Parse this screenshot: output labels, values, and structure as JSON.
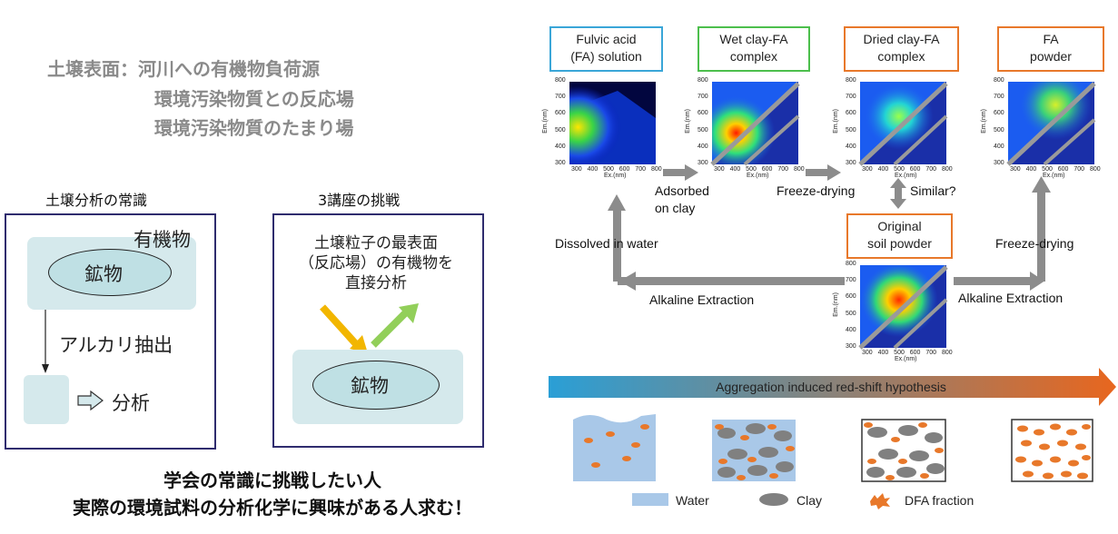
{
  "left": {
    "soil_surface": {
      "heading": "土壌表面：河川への有機物負荷源",
      "line2": "環境汚染物質との反応場",
      "line3": "環境汚染物質のたまり場"
    },
    "common_panel": {
      "title": "土壌分析の常識",
      "organic_label": "有機物",
      "mineral_label": "鉱物",
      "extraction_label": "アルカリ抽出",
      "analysis_label": "分析"
    },
    "challenge_panel": {
      "title": "3講座の挑戦",
      "description_line1": "土壌粒子の最表面",
      "description_line2": "（反応場）の有機物を",
      "description_line3": "直接分析",
      "mineral_label": "鉱物"
    },
    "slogan_line1": "学会の常識に挑戦したい人",
    "slogan_line2": "実際の環境試料の分析化学に興味がある人求む！"
  },
  "right": {
    "boxes": {
      "fulvic": {
        "line1": "Fulvic acid",
        "line2": "(FA) solution",
        "color": "#3aa6d8"
      },
      "wet": {
        "line1": "Wet clay-FA",
        "line2": "complex",
        "color": "#4cbf4c"
      },
      "dried": {
        "line1": "Dried clay-FA",
        "line2": "complex",
        "color": "#e8782a"
      },
      "fa_powder": {
        "line1": "FA",
        "line2": "powder",
        "color": "#e8782a"
      },
      "original": {
        "line1": "Original",
        "line2": "soil powder",
        "color": "#e8782a"
      }
    },
    "axis": {
      "ylabel": "Em.(nm)",
      "xlabel": "Ex.(nm)",
      "yticks": [
        "800",
        "700",
        "600",
        "500",
        "400",
        "300"
      ],
      "xticks": [
        "300",
        "400",
        "500",
        "600",
        "700",
        "800"
      ]
    },
    "flow_labels": {
      "adsorbed_line1": "Adsorbed",
      "adsorbed_line2": "on clay",
      "freeze1": "Freeze-drying",
      "similar": "Similar?",
      "dissolved": "Dissolved in water",
      "freeze2": "Freeze-drying",
      "alk1": "Alkaline Extraction",
      "alk2": "Alkaline Extraction"
    },
    "hypothesis": "Aggregation induced red-shift hypothesis",
    "legend": {
      "water": "Water",
      "clay": "Clay",
      "dfa": "DFA fraction"
    },
    "colors": {
      "water": "#a9c8e8",
      "clay": "#808080",
      "dfa": "#e8782a",
      "arrow_grey": "#8c8c8c",
      "gradient_start": "#2a9fd6",
      "gradient_end": "#e8661e"
    }
  }
}
